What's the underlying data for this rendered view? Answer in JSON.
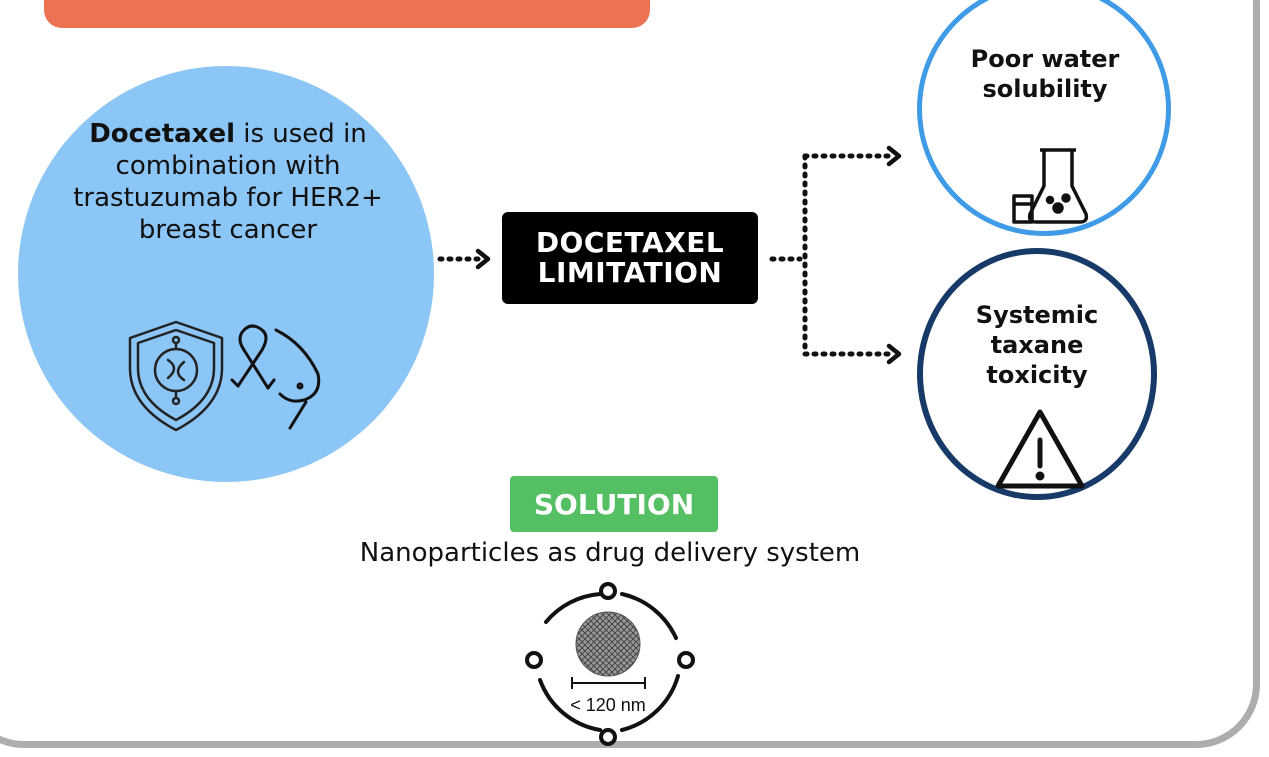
{
  "colors": {
    "frame": "#adadad",
    "banner": "#ec7352",
    "main_circle": "#8cc6f6",
    "limitation_box": "#000000",
    "outcome_1_border": "#3f9be6",
    "outcome_2_border": "#173a68",
    "solution": "#55bf63"
  },
  "main": {
    "bold": "Docetaxel",
    "rest": " is used in combination with trastuzumab for HER2+ breast cancer"
  },
  "limitation": {
    "line1": "DOCETAXEL",
    "line2": "LIMITATION"
  },
  "outcomes": [
    {
      "lines": [
        "Poor water",
        "solubility"
      ],
      "icon": "lab-flask-icon"
    },
    {
      "lines": [
        "Systemic",
        "taxane",
        "toxicity"
      ],
      "icon": "warning-triangle-icon"
    }
  ],
  "solution": {
    "label": "SOLUTION",
    "description": "Nanoparticles as drug delivery system",
    "size_label": "< 120 nm"
  },
  "icons": [
    "shield-cell-icon",
    "awareness-ribbon-icon",
    "breast-icon",
    "lab-flask-icon",
    "warning-triangle-icon",
    "nanoparticle-icon"
  ]
}
